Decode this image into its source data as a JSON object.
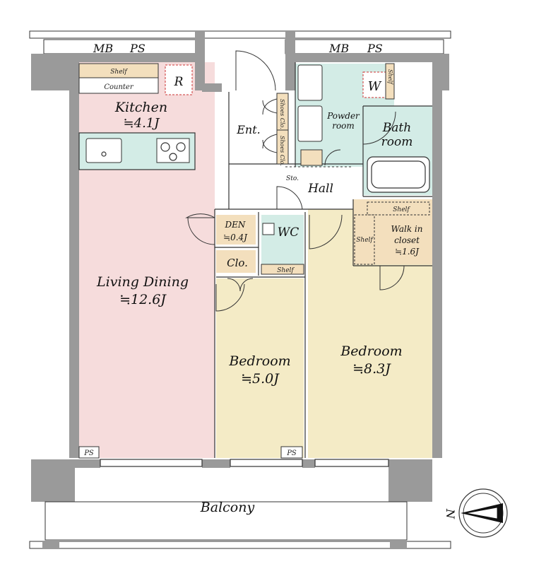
{
  "utility": {
    "mb_left": "MB",
    "ps_left": "PS",
    "mb_right": "MB",
    "ps_right": "PS"
  },
  "rooms": {
    "kitchen": {
      "name": "Kitchen",
      "size": "≒4.1J"
    },
    "living_dining": {
      "name": "Living Dining",
      "size": "≒12.6J"
    },
    "den": {
      "name": "DEN",
      "size": "≒0.4J"
    },
    "wc": {
      "name": "WC"
    },
    "clo": {
      "name": "Clo."
    },
    "bedroom_small": {
      "name": "Bedroom",
      "size": "≒5.0J"
    },
    "bedroom_large": {
      "name": "Bedroom",
      "size": "≒8.3J"
    },
    "hall": {
      "name": "Hall"
    },
    "entrance": {
      "name": "Ent."
    },
    "powder_room": {
      "line1": "Powder",
      "line2": "room"
    },
    "bath_room": {
      "line1": "Bath",
      "line2": "room"
    },
    "walk_in_closet": {
      "line1": "Walk in",
      "line2": "closet",
      "size": "≒1.6J"
    },
    "balcony": {
      "name": "Balcony"
    }
  },
  "fixtures": {
    "shelf_kitchen": "Shelf",
    "counter": "Counter",
    "refrigerator": "R",
    "washer": "W",
    "shelf_powder": "Shelf",
    "shoes_clo_1": "Shoes Clo.",
    "shoes_clo_2": "Shoes Clo.",
    "sto": "Sto.",
    "shelf_wic_top": "Shelf",
    "shelf_wic_left": "Shelf",
    "shelf_wc": "Shelf",
    "ps_living": "PS",
    "ps_bedroom": "PS"
  },
  "compass": {
    "north_label": "N"
  },
  "colors": {
    "living_dining": "#f6dcdc",
    "bedroom": "#f4ebc6",
    "wet_area": "#d3ece6",
    "storage": "#f3dfbd",
    "wall": "#9a9a9a"
  }
}
